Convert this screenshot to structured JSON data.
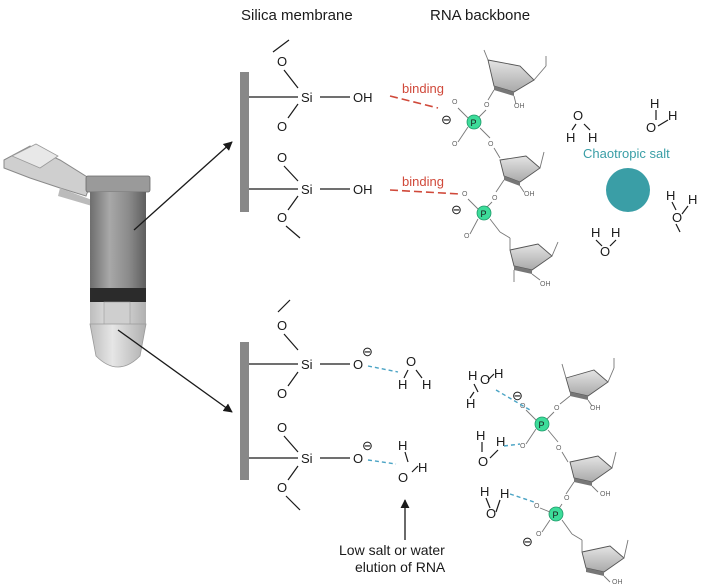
{
  "headers": {
    "silica": "Silica membrane",
    "rna": "RNA backbone"
  },
  "labels": {
    "si": "Si",
    "oh": "OH",
    "o": "O",
    "h": "H",
    "p": "P",
    "minus": "⊖",
    "binding": "binding",
    "sugar_oh": "OH",
    "chaotropic_salt": "Chaotropic salt",
    "elution_line1": "Low salt or water",
    "elution_line2": "elution of RNA"
  },
  "colors": {
    "membrane": "#888888",
    "phosphorus": "#3ddc9a",
    "salt": "#3a9ea6",
    "binding": "#d0493a",
    "hbond": "#4aa3c4"
  }
}
